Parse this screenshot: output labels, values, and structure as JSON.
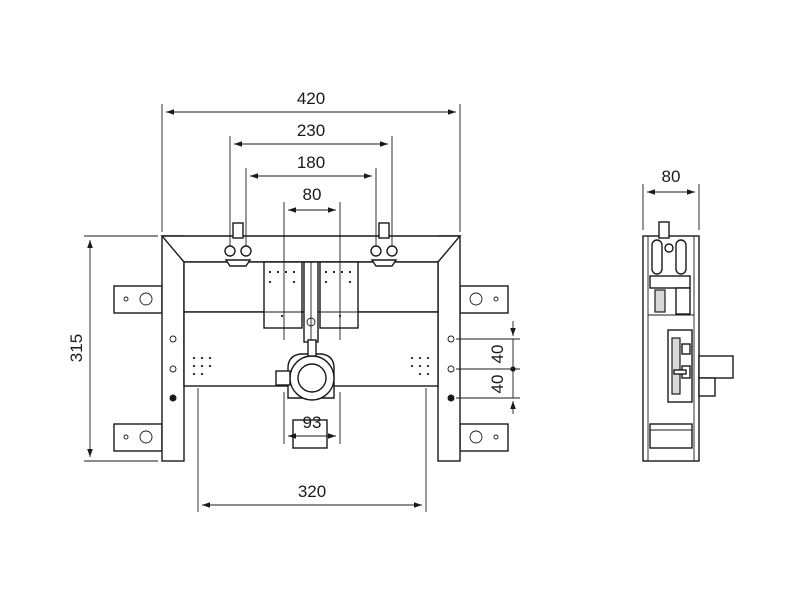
{
  "dimensions": {
    "overall_width": "420",
    "bracket_spacing_outer": "230",
    "bracket_spacing_inner": "180",
    "center_spacing": "80",
    "height": "315",
    "drain_width": "93",
    "bottom_spacing": "320",
    "vertical_offset_upper": "40",
    "vertical_offset_lower": "40",
    "side_depth": "80"
  }
}
